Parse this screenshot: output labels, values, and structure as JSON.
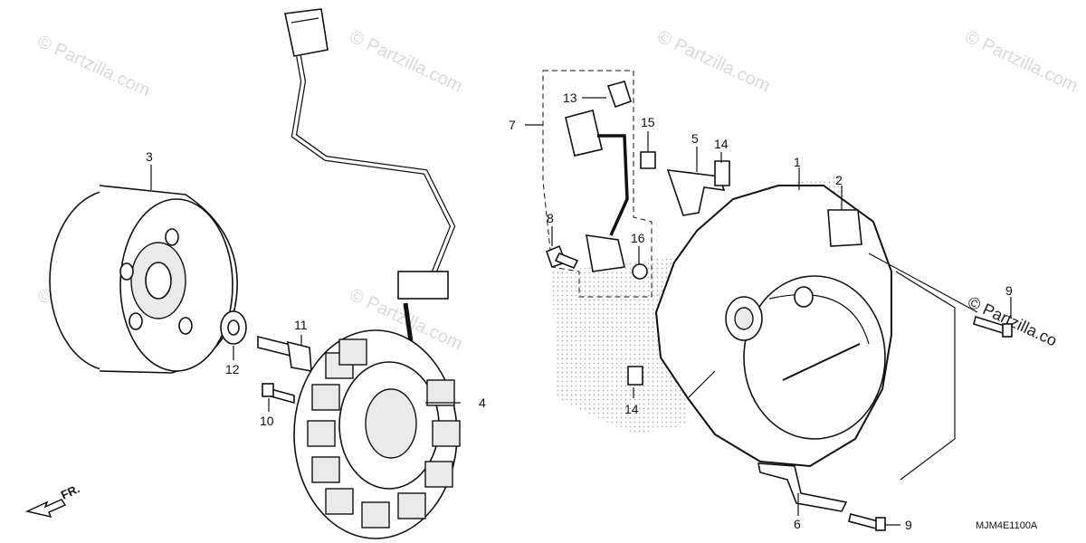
{
  "diagram": {
    "reference_code": "MJM4E1100A",
    "front_marker": "FR.",
    "watermark": "© Partzilla.com",
    "watermark_edge": "© Partzilla.co",
    "callouts": {
      "c1": "1",
      "c2": "2",
      "c3": "3",
      "c4": "4",
      "c5": "5",
      "c6": "6",
      "c7": "7",
      "c8": "8",
      "c9a": "9",
      "c9b": "9",
      "c10": "10",
      "c11": "11",
      "c12": "12",
      "c13": "13",
      "c14a": "14",
      "c14b": "14",
      "c15": "15",
      "c16": "16"
    }
  }
}
